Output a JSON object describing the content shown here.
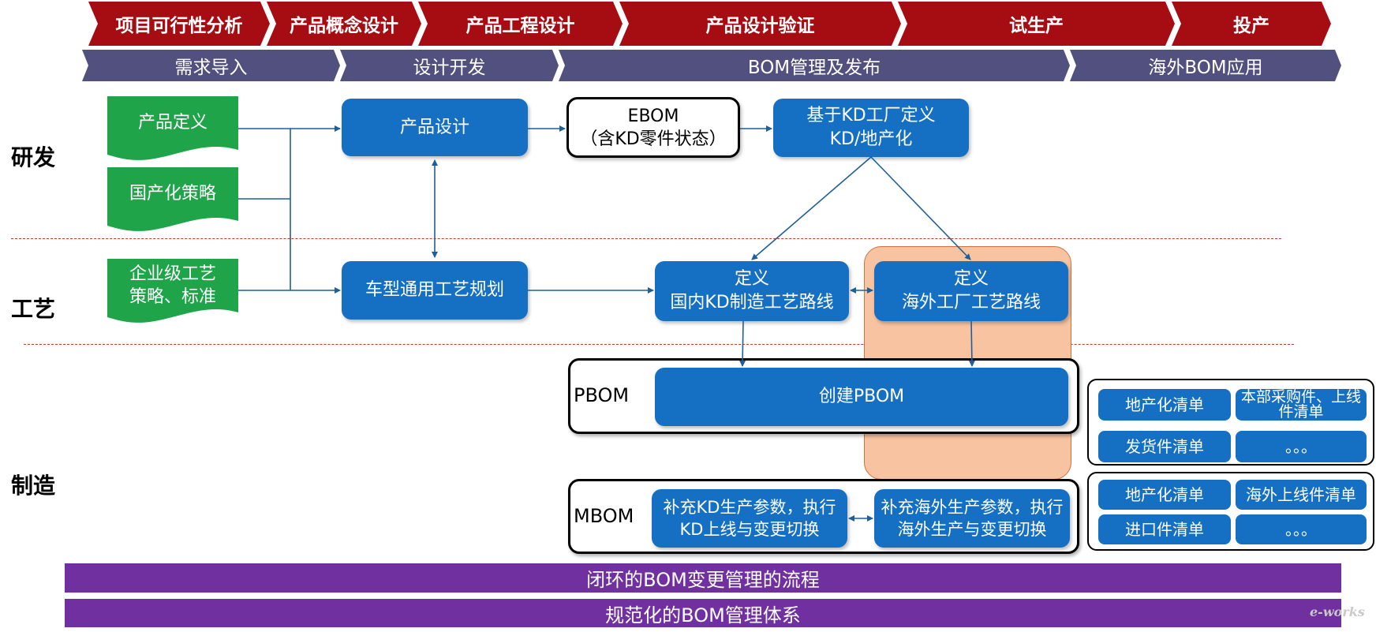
{
  "phases": [
    "项目可行性分析",
    "产品概念设计",
    "产品工程设计",
    "产品设计验证",
    "试生产",
    "投产"
  ],
  "subphases": [
    "需求导入",
    "设计开发",
    "BOM管理及发布",
    "海外BOM应用"
  ],
  "lanes": {
    "rd": "研发",
    "process": "工艺",
    "mfg": "制造"
  },
  "inputs": {
    "product_definition": "产品定义",
    "localization_strategy": "国产化策略",
    "enterprise_process": "企业级工艺\n策略、标准"
  },
  "nodes": {
    "product_design": "产品设计",
    "ebom": "EBOM\n（含KD零件状态）",
    "kd_define": "基于KD工厂定义\nKD/地产化",
    "vehicle_process": "车型通用工艺规划",
    "domestic_route": "定义\n国内KD制造工艺路线",
    "overseas_route": "定义\n海外工厂工艺路线"
  },
  "pbom": {
    "label": "PBOM",
    "action": "创建PBOM"
  },
  "mbom": {
    "label": "MBOM",
    "kd": "补充KD生产参数，执行\nKD上线与变更切换",
    "overseas": "补充海外生产参数，执行\n海外生产与变更切换"
  },
  "pbom_lists": [
    "地产化清单",
    "本部采购件、上线\n件清单",
    "发货件清单",
    "。。。"
  ],
  "mbom_lists": [
    "地产化清单",
    "海外上线件清单",
    "进口件清单",
    "。。。"
  ],
  "bands": [
    "闭环的BOM变更管理的流程",
    "规范化的BOM管理体系"
  ],
  "watermark": "e-works",
  "colors": {
    "phase": "#a50d13",
    "subphase": "#51507f",
    "blue": "#1570c4",
    "green": "#1fa44a",
    "band": "#7030a0",
    "highlight": "#f7c3a1"
  }
}
